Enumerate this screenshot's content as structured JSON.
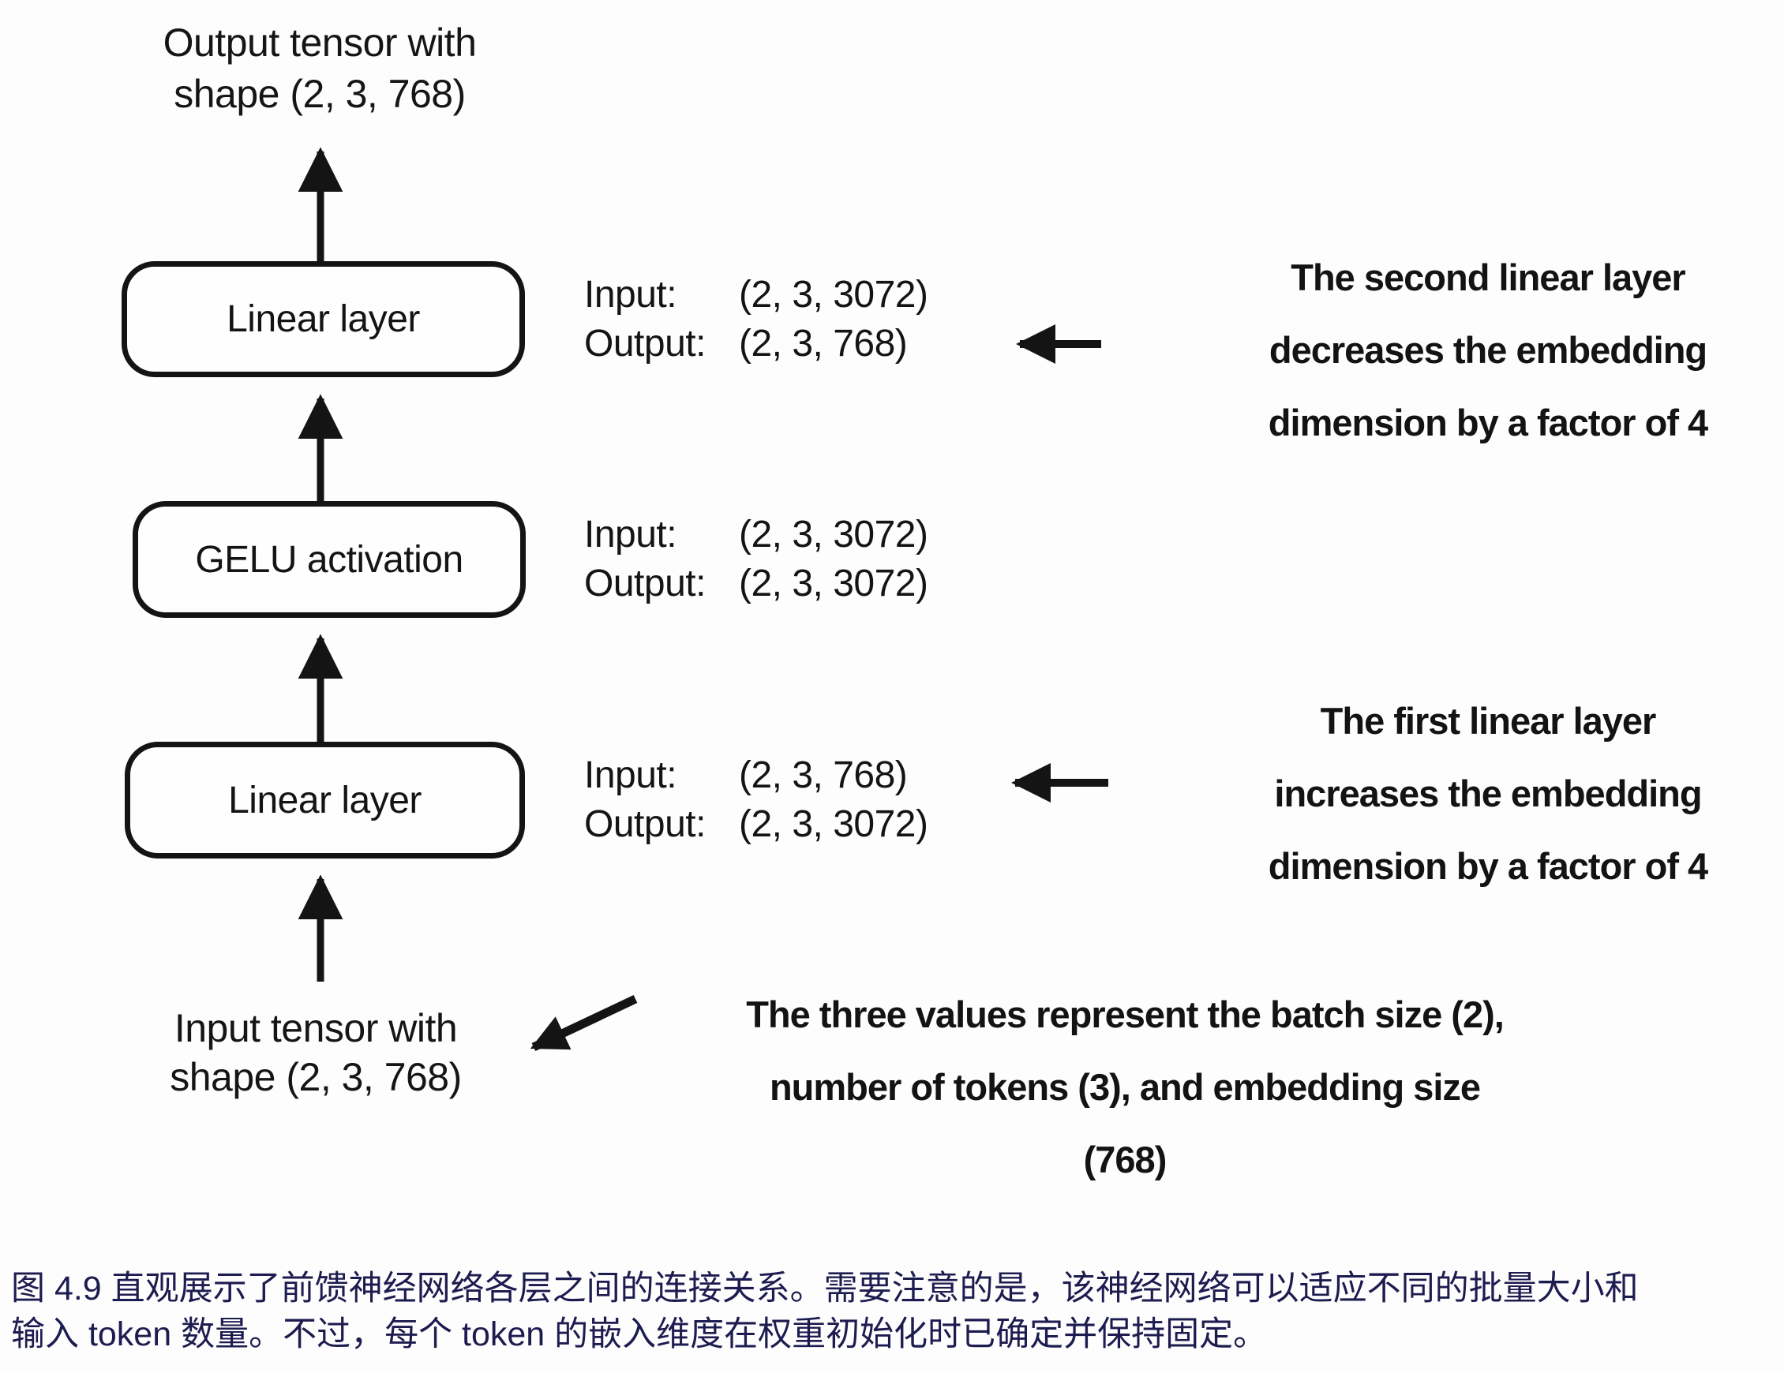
{
  "diagram": {
    "output_tensor": {
      "line1": "Output tensor with",
      "line2": "shape (2, 3, 768)"
    },
    "input_tensor": {
      "line1": "Input tensor with",
      "line2": "shape (2, 3, 768)"
    },
    "boxes": [
      {
        "label": "Linear layer"
      },
      {
        "label": "GELU activation"
      },
      {
        "label": "Linear layer"
      }
    ],
    "io_pairs": [
      {
        "input_label": "Input:",
        "input_value": "(2, 3, 3072)",
        "output_label": "Output:",
        "output_value": "(2, 3, 768)"
      },
      {
        "input_label": "Input:",
        "input_value": "(2, 3, 3072)",
        "output_label": "Output:",
        "output_value": "(2, 3, 3072)"
      },
      {
        "input_label": "Input:",
        "input_value": "(2, 3, 768)",
        "output_label": "Output:",
        "output_value": "(2, 3, 3072)"
      }
    ],
    "annotations": {
      "second_linear": [
        "The second linear layer",
        "decreases the embedding",
        "dimension by a factor of 4"
      ],
      "first_linear": [
        "The first linear layer",
        "increases the embedding",
        "dimension by a factor of 4"
      ],
      "three_values": [
        "The three values represent the batch size (2),",
        "number of tokens (3), and embedding size",
        "(768)"
      ]
    }
  },
  "caption": {
    "line1": "图 4.9 直观展示了前馈神经网络各层之间的连接关系。需要注意的是，该神经网络可以适应不同的批量大小和",
    "line2": "输入 token 数量。不过，每个 token 的嵌入维度在权重初始化时已确定并保持固定。"
  },
  "colors": {
    "ink": "#141414",
    "caption_text": "#1c1c50",
    "background": "#fdfdfd"
  }
}
